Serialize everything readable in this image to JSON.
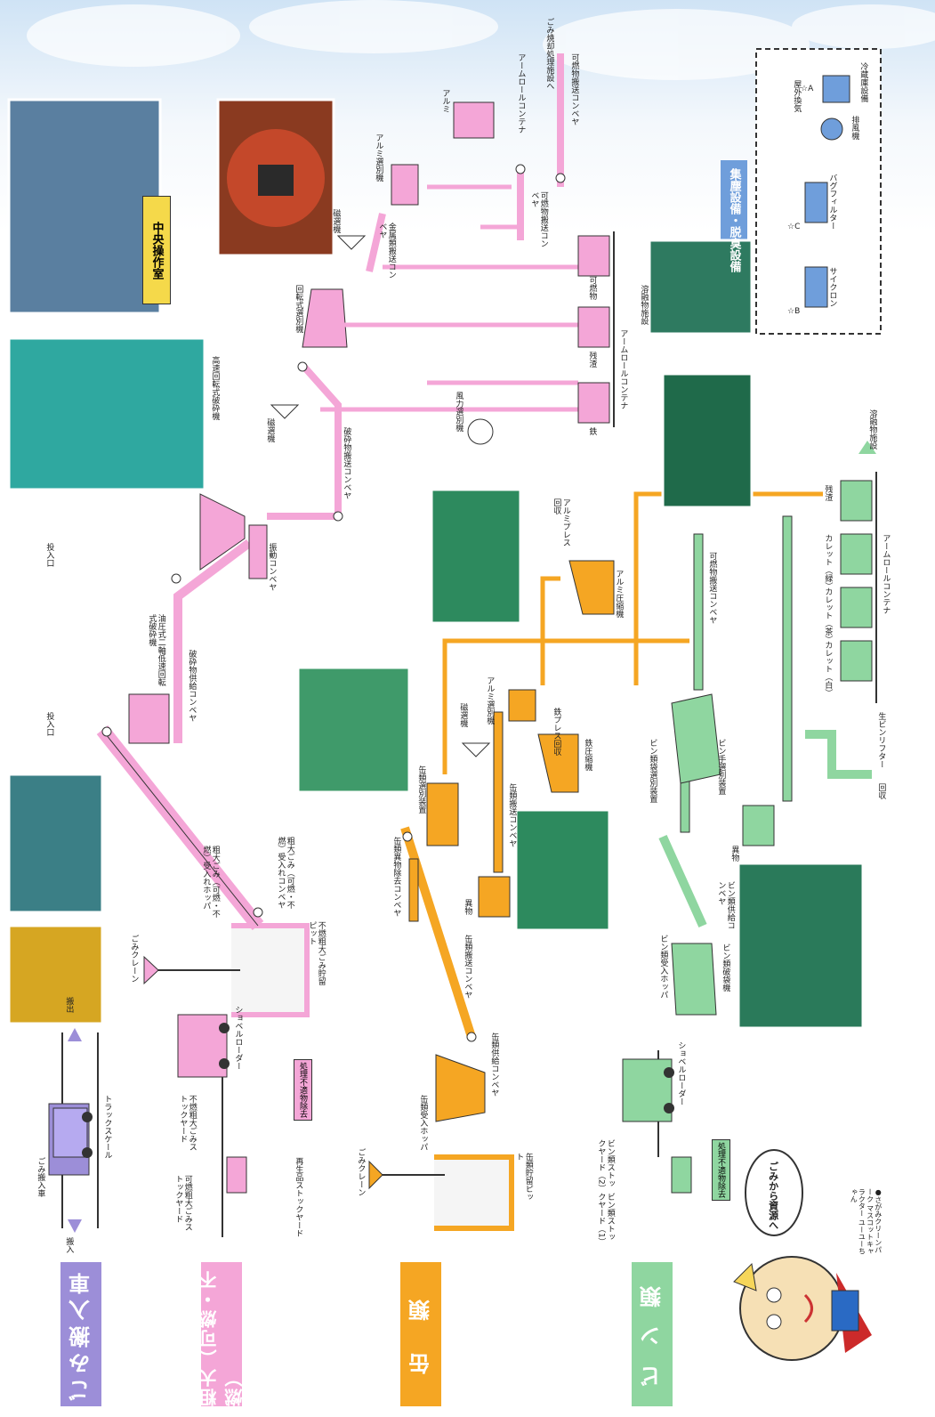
{
  "bands": {
    "truck": "ごみ搬入車",
    "sodai": "粗大（可燃・不燃）",
    "kan": "缶　類",
    "bin": "ビ ン 類"
  },
  "labels": {
    "hannyu": "搬入",
    "hanshutsu": "搬出",
    "gomi_hannyusha": "ごみ搬入車",
    "track_scale": "トラックスケール",
    "kanen_stock": "可燃粗大ごみストックヤード",
    "funen_stock": "不燃粗大ごみストックヤード",
    "saisei_stock": "再生品ストックヤード",
    "shori_funen": "処理不適物除去",
    "shovel_loader1": "ショベルローダー",
    "gomi_crane1": "ごみクレーン",
    "funen_pit": "不燃粗大ごみ貯留ピット",
    "sodai_hopper": "粗大ごみ（可燃・不燃）受入れホッパ",
    "sodai_conveyor": "粗大ごみ（可燃・不燃）受入れコンベヤ",
    "kyokyu_conveyor": "破砕物供給コンベヤ",
    "yuatsu_hasaiki": "油圧式二軸低速回転式破砕機",
    "nyuuryoku1": "投入口",
    "nyuuryoku2": "投入口",
    "kosoku_hasaiki": "高速回転式破砕機",
    "shindo_conveyor": "振動コンベヤ",
    "hasaibutsu_conveyor": "破砕物搬送コンベヤ",
    "jisen1": "磁選機",
    "jisen2": "磁選機",
    "kaiten_senbetsu": "回転式選別機",
    "kinzoku_conveyor": "金属類搬送コンベヤ",
    "alumi_senbetsu": "アルミ選別機",
    "alumi": "アルミ",
    "kanen_conveyor": "可燃物搬送コンベヤ",
    "kanen_conveyor2": "可燃物搬送コンベヤ",
    "to_plant": "ごみ焼却処理施設へ",
    "arm_container": "アームロールコンテナ",
    "arm_container2": "アームロールコンテナ",
    "tetsu": "鉄",
    "zansa": "残渣",
    "kanenbutsu": "可燃物",
    "fuuryoku": "風力選別機",
    "uminanbutsu": "溶融物施設",
    "chuo_sosa": "中央操作室",
    "shuujin": "集塵設備・脱臭設備",
    "cyclone": "サイクロン",
    "bag_filter": "バグフィルター",
    "haifuki": "排風機",
    "kankyo": "屋外換気",
    "reizo": "冷蔵庫設備",
    "gomi_crane2": "ごみクレーン",
    "kan_pit": "缶類貯留ピット",
    "kan_hopper": "缶類受入ホッパ",
    "kan_kyokyu": "缶類供給コンベヤ",
    "kan_hannyu": "缶類搬送コンベヤ",
    "kan_ibutsu_conveyor": "缶類異物除去コンベヤ",
    "ibutsu1": "異物",
    "kan_senbetsu": "缶類選別装置",
    "jisen3": "磁選機",
    "kan_hannso": "缶類搬送コンベヤ",
    "tetsu_press": "鉄プレス回収",
    "tetsu_asshuku": "鉄圧縮機",
    "alumi_senbetsu2": "アルミ選別機",
    "alumi_press": "アルミプレス回収",
    "alumi_asshuku": "アルミ圧縮機",
    "bin_stock1": "ビン類ストックヤード（1）",
    "bin_stock2": "ビン類ストックヤード（2）",
    "shori_funen2": "処理不適物除去",
    "shovel_loader2": "ショベルローダー",
    "bin_hopper": "ビン類受入ホッパ",
    "bin_hasaiki": "ビン類破袋機",
    "bin_kyokyu": "ビン類供給コンベヤ",
    "ibutsu2": "異物",
    "bin_teisenbetsu": "ビン類袋選別装置",
    "bin_te": "ビン手選別装置",
    "kanen_conveyor3": "可燃物搬送コンベヤ",
    "cullet_shiro": "カレット（白）",
    "cullet_cha": "カレット（茶）",
    "cullet_midori": "カレット（緑）",
    "zansa2": "残渣",
    "bin_lifter": "生ビンリフター",
    "kaishu": "回収",
    "uminanbutsu2": "溶融物施設",
    "arm_container3": "アームロールコンテナ",
    "starA": "☆A",
    "starB": "☆B",
    "starC": "☆C"
  },
  "mascot": {
    "bubble": "ごみから資源へ",
    "caption": "●さがみクリーンパーク マスコットキャラクター ユーユーちゃん"
  },
  "colors": {
    "pink": "#f4a6d7",
    "orange": "#f5a623",
    "green": "#8fd6a0",
    "purple": "#9c8ed8",
    "blue": "#6f9edb"
  }
}
